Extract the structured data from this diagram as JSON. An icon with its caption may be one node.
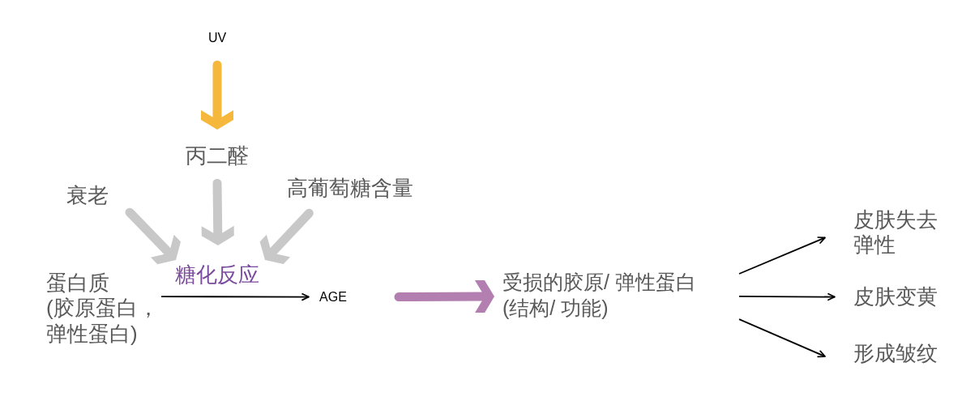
{
  "diagram": {
    "nodes": [
      {
        "text": [
          "UV"
        ]
      },
      {
        "text": [
          "丙二醛"
        ]
      },
      {
        "text": [
          "衰老"
        ]
      },
      {
        "text": [
          "高葡萄糖含量"
        ]
      },
      {
        "text": [
          "糖化反应"
        ]
      },
      {
        "text": [
          "蛋白质 (胶原蛋白，弹性蛋白)"
        ]
      },
      {
        "text": [
          "AGE"
        ]
      },
      {
        "text": [
          "受损的胶原/ 弹性蛋白 (结构/ 功能)"
        ]
      },
      {
        "text": [
          "皮肤失去弹性"
        ]
      },
      {
        "text": [
          "皮肤变黄"
        ]
      },
      {
        "text": [
          "形成皱纹"
        ]
      }
    ],
    "edges": [
      {
        "from": 0,
        "to": 1,
        "arrow": "to",
        "color": "#f5b83d"
      },
      {
        "from": 2,
        "to": 4,
        "arrow": "to",
        "color": "#c8c8c8"
      },
      {
        "from": 1,
        "to": 4,
        "arrow": "to",
        "color": "#c8c8c8"
      },
      {
        "from": 3,
        "to": 4,
        "arrow": "to",
        "color": "#c8c8c8"
      },
      {
        "from": 5,
        "to": 6,
        "arrow": "to"
      },
      {
        "from": 6,
        "to": 7,
        "arrow": "to",
        "color": "#b27fb0"
      },
      {
        "from": 7,
        "to": 8,
        "arrow": "to"
      },
      {
        "from": 7,
        "to": 9,
        "arrow": "to"
      },
      {
        "from": 7,
        "to": 10,
        "arrow": "to"
      }
    ]
  }
}
